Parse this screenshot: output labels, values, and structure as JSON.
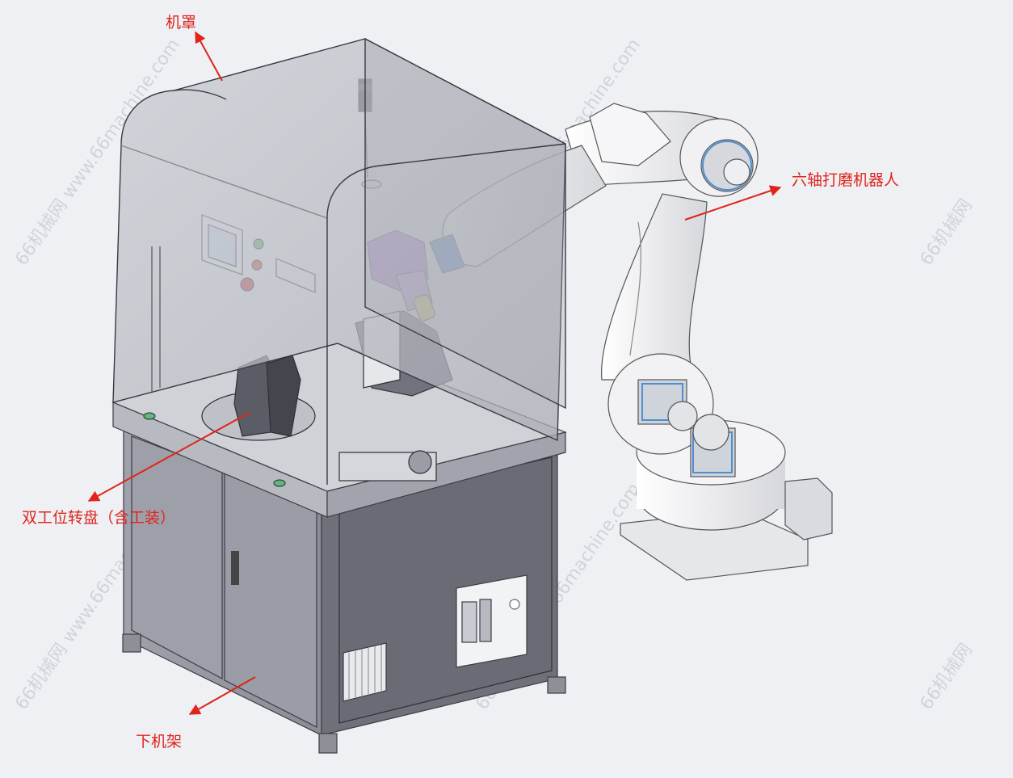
{
  "colors": {
    "annotation": "#e0241b",
    "background": "#eef0f4",
    "cabinet": "#8c8e98",
    "cabinet_dark": "#6e707a",
    "robot": "#f1f1f4",
    "motor_blue": "#4f8fd0",
    "spindle_purple": "#b57bd6"
  },
  "labels": {
    "cover": "机罩",
    "robot": "六轴打磨机器人",
    "turntable": "双工位转盘（含工装）",
    "frame": "下机架"
  },
  "watermark": {
    "site_text": "66machine.com",
    "brand_text": "66机械网 www.66machine.com"
  }
}
